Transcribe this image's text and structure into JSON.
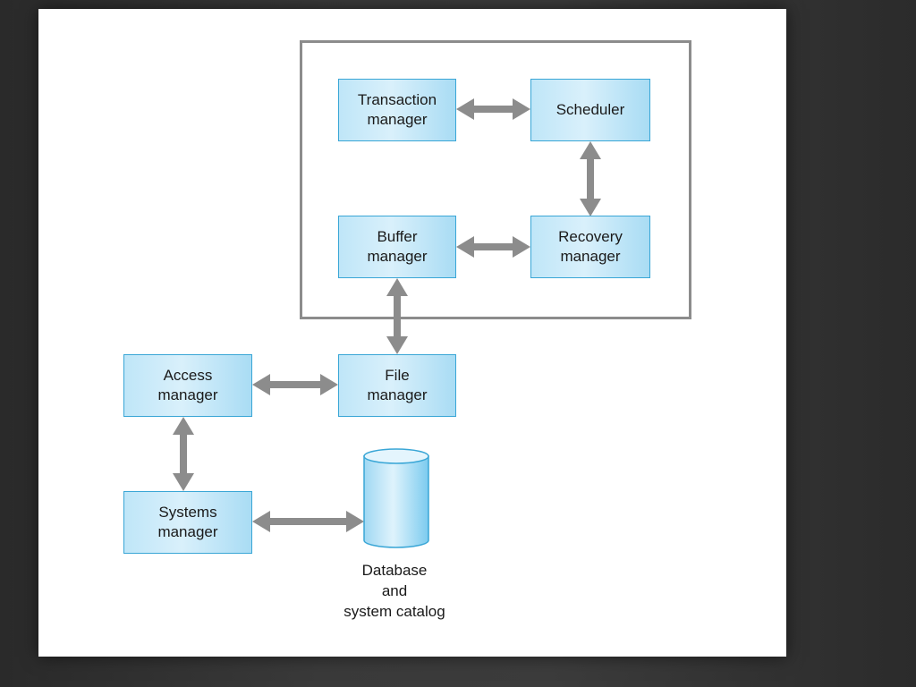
{
  "diagram": {
    "components": {
      "transaction_manager": "Transaction\nmanager",
      "scheduler": "Scheduler",
      "buffer_manager": "Buffer\nmanager",
      "recovery_manager": "Recovery\nmanager",
      "access_manager": "Access\nmanager",
      "file_manager": "File\nmanager",
      "systems_manager": "Systems\nmanager"
    },
    "database_label": "Database\nand\nsystem catalog",
    "colors": {
      "box_fill": "#c6e9f9",
      "box_border": "#39a6d6",
      "arrow": "#8c8c8c",
      "frame": "#8c8c8c"
    }
  }
}
